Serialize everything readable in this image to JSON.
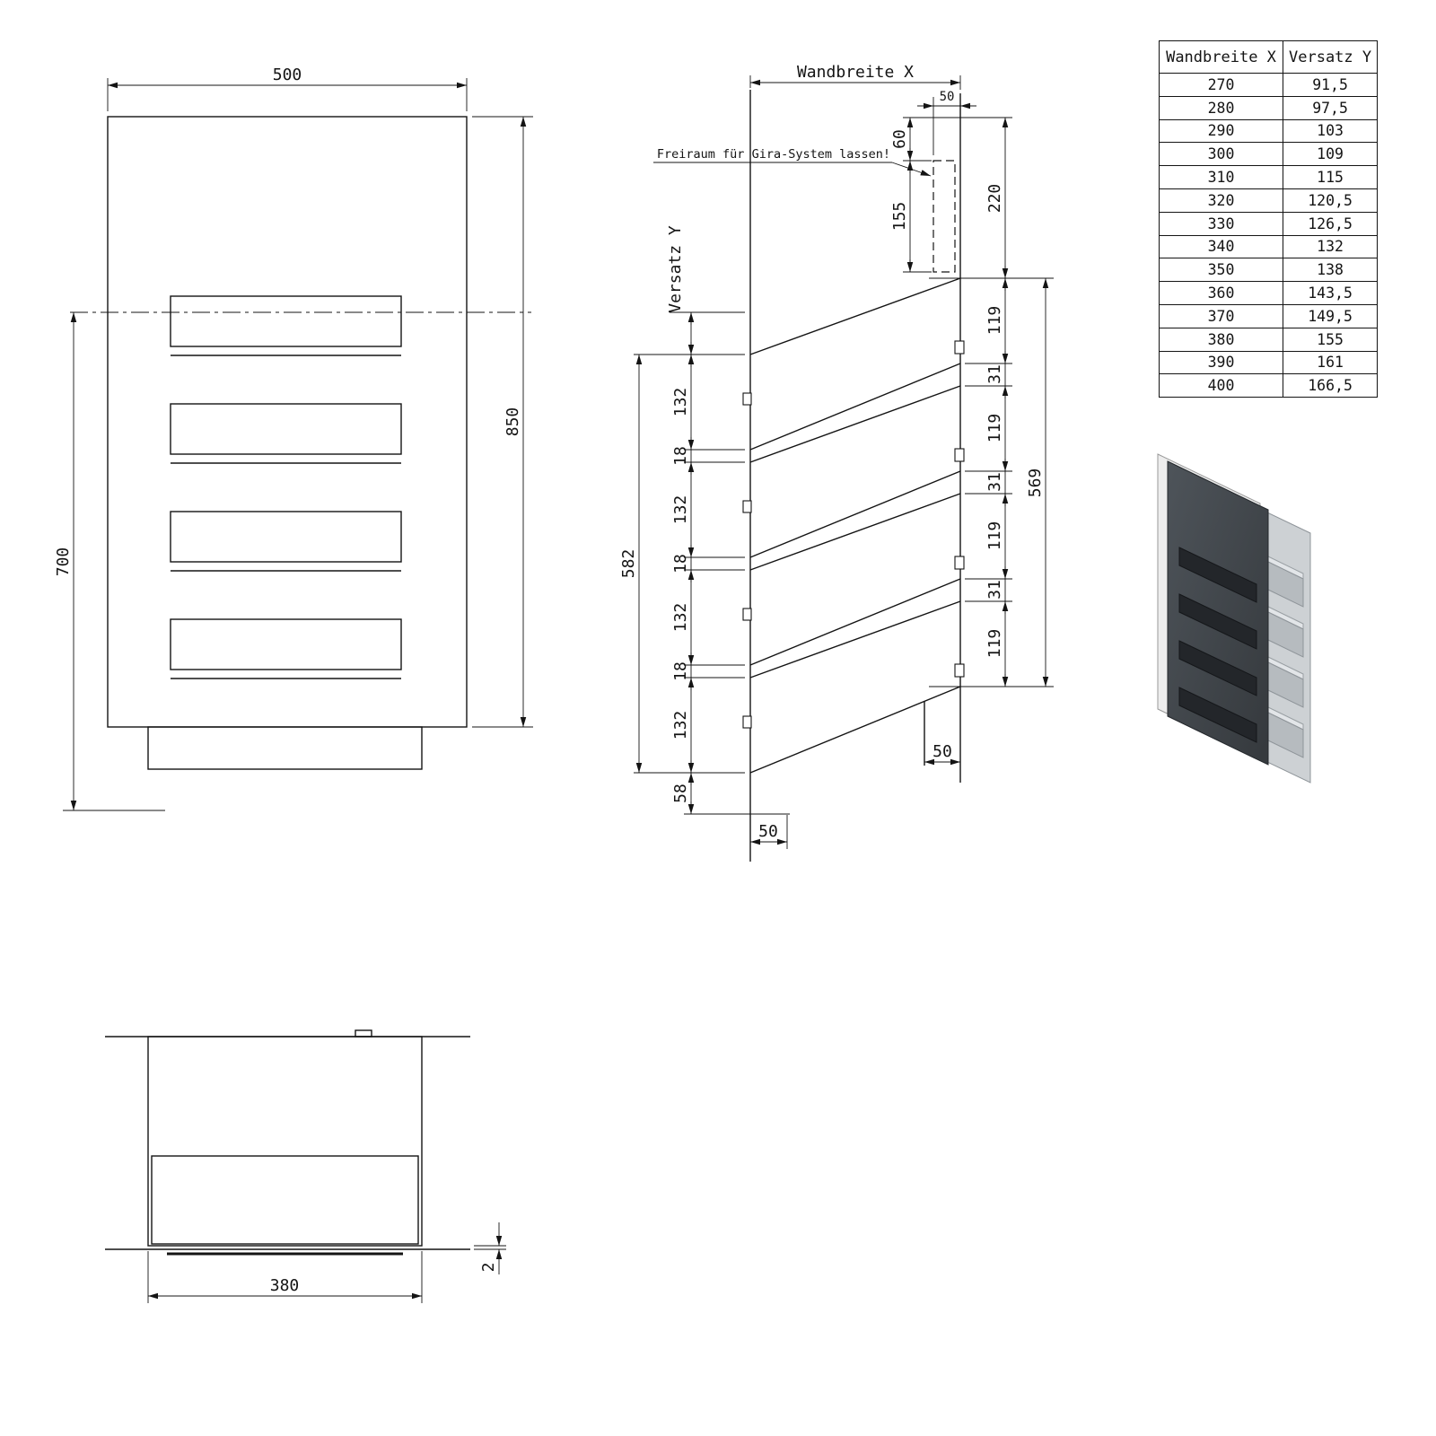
{
  "sheet": {
    "background": "#ffffff",
    "line_color": "#141414",
    "panel_dark": "#43484d",
    "panel_light": "#ededed"
  },
  "front_view": {
    "width": "500",
    "height": "850",
    "lower_height": "700"
  },
  "side_view": {
    "wall_width_label": "Wandbreite X",
    "offset_label": "Versatz Y",
    "note": "Freiraum für Gira-System lassen!",
    "top_clearance_depth": "50",
    "gira_top_offset": "60",
    "gira_clearance_height": "155",
    "top_to_first_slot": "220",
    "left_dims": [
      "132",
      "18",
      "132",
      "18",
      "132",
      "18",
      "132"
    ],
    "left_total": "582",
    "bottom_edge": "58",
    "right_dims": [
      "119",
      "31",
      "119",
      "31",
      "119",
      "31",
      "119"
    ],
    "right_total": "569",
    "front_offset_bottom": "50",
    "box_offset_bottom": "50"
  },
  "dim_table": {
    "headers": [
      "Wandbreite X",
      "Versatz Y"
    ],
    "rows": [
      [
        "270",
        "91,5"
      ],
      [
        "280",
        "97,5"
      ],
      [
        "290",
        "103"
      ],
      [
        "300",
        "109"
      ],
      [
        "310",
        "115"
      ],
      [
        "320",
        "120,5"
      ],
      [
        "330",
        "126,5"
      ],
      [
        "340",
        "132"
      ],
      [
        "350",
        "138"
      ],
      [
        "360",
        "143,5"
      ],
      [
        "370",
        "149,5"
      ],
      [
        "380",
        "155"
      ],
      [
        "390",
        "161"
      ],
      [
        "400",
        "166,5"
      ]
    ]
  },
  "bottom_view": {
    "width": "380",
    "plate_thickness": "2"
  }
}
